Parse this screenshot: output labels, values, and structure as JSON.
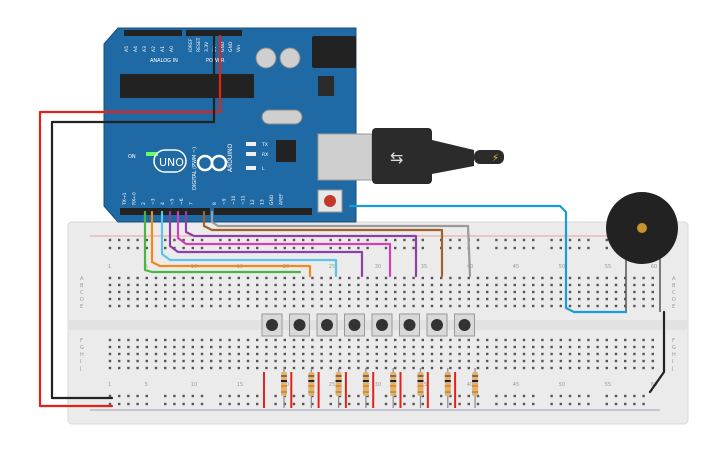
{
  "board": {
    "brand": "ARDUINO",
    "model": "UNO",
    "analog_header": "ANALOG IN",
    "analog_pins": [
      "A5",
      "A4",
      "A3",
      "A2",
      "A1",
      "A0"
    ],
    "power_header": "POWER",
    "power_pins": [
      "Vin",
      "GND",
      "GND",
      "5V",
      "3.3V",
      "RESET",
      "IOREF"
    ],
    "digital_header": "DIGITAL (PWM ~)",
    "digital_pins": [
      "TX→1",
      "RX←0",
      "2",
      "~3",
      "4",
      "~5",
      "~6",
      "7",
      "8",
      "~9",
      "~10",
      "~11",
      "12",
      "13",
      "GND",
      "AREF"
    ],
    "leds": [
      "TX",
      "RX",
      "L"
    ],
    "on_label": "ON"
  },
  "breadboard": {
    "column_numbers": [
      "1",
      "5",
      "10",
      "15",
      "20",
      "25",
      "30",
      "35",
      "40",
      "45",
      "50",
      "55",
      "60"
    ],
    "row_letters_top": [
      "A",
      "B",
      "C",
      "D",
      "E"
    ],
    "row_letters_bottom": [
      "F",
      "G",
      "H",
      "I",
      "J"
    ]
  },
  "components": {
    "buttons": 8,
    "resistors": 8,
    "buzzer": "piezo-buzzer"
  },
  "colors": {
    "board": "#1f6aa5",
    "wire_red": "#e2231a",
    "wire_black": "#222222",
    "wire_blue": "#1a9bd7",
    "wire_green": "#4bb543",
    "wire_orange": "#f08a1c",
    "wire_lightblue": "#5cc4e8",
    "wire_purple": "#8e3ea6",
    "wire_magenta": "#d43fb6",
    "wire_brown": "#a0612b",
    "wire_gray": "#9a9a9a"
  }
}
